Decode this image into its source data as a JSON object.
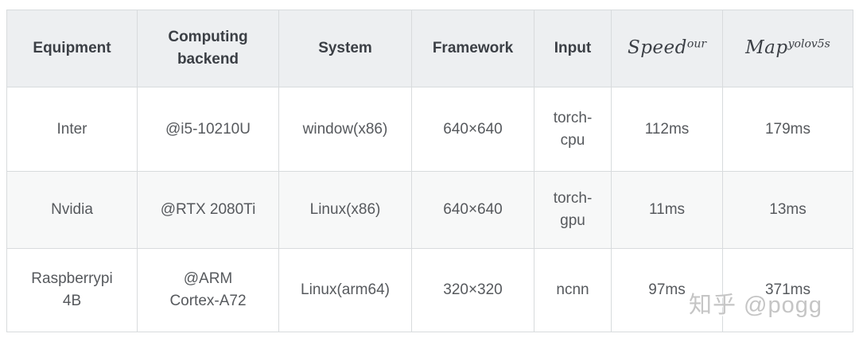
{
  "colors": {
    "header_bg": "#edeff1",
    "row_alt_bg": "#f7f8f8",
    "border": "#d8dbdd",
    "header_text": "#3b3f45",
    "body_text": "#56595d",
    "watermark": "#c5c5c5"
  },
  "table": {
    "columns": [
      {
        "label": "Equipment"
      },
      {
        "label": "Computing\nbackend"
      },
      {
        "label": "System"
      },
      {
        "label": "Framework"
      },
      {
        "label": "Input"
      },
      {
        "base": "Speed",
        "sup": "our"
      },
      {
        "base": "Map",
        "sup": "yolov5s"
      }
    ],
    "rows": [
      {
        "cells": [
          "Inter",
          "@i5-10210U",
          "window(x86)",
          "640×640",
          "torch-\ncpu",
          "112ms",
          "179ms"
        ]
      },
      {
        "cells": [
          "Nvidia",
          "@RTX 2080Ti",
          "Linux(x86)",
          "640×640",
          "torch-\ngpu",
          "11ms",
          "13ms"
        ]
      },
      {
        "cells": [
          "Raspberrypi\n4B",
          "@ARM\nCortex-A72",
          "Linux(arm64)",
          "320×320",
          "ncnn",
          "97ms",
          "371ms"
        ]
      }
    ]
  },
  "watermark": {
    "text": "知乎 @pogg"
  },
  "chart_data": {
    "type": "table",
    "title": "",
    "columns": [
      "Equipment",
      "Computing backend",
      "System",
      "Framework",
      "Input",
      "Speed^our",
      "Map^yolov5s"
    ],
    "rows": [
      [
        "Inter",
        "@i5-10210U",
        "window(x86)",
        "640×640",
        "torch-cpu",
        "112ms",
        "179ms"
      ],
      [
        "Nvidia",
        "@RTX 2080Ti",
        "Linux(x86)",
        "640×640",
        "torch-gpu",
        "11ms",
        "13ms"
      ],
      [
        "Raspberrypi 4B",
        "@ARM Cortex-A72",
        "Linux(arm64)",
        "320×320",
        "ncnn",
        "97ms",
        "371ms"
      ]
    ]
  }
}
